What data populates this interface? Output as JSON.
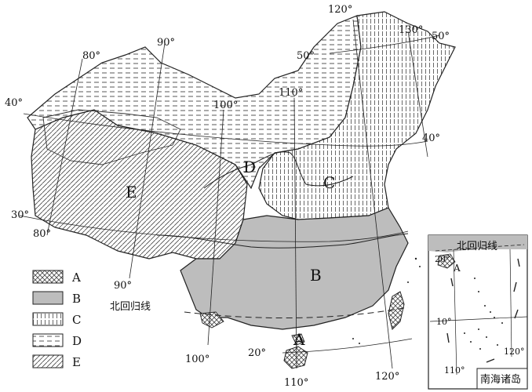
{
  "regions": {
    "A": "A",
    "B": "B",
    "C": "C",
    "D": "D",
    "E": "E"
  },
  "legend": [
    {
      "key": "A",
      "pattern": "crosshatch"
    },
    {
      "key": "B",
      "pattern": "gray-fill"
    },
    {
      "key": "C",
      "pattern": "vertical-lines"
    },
    {
      "key": "D",
      "pattern": "dashed-horizontal"
    },
    {
      "key": "E",
      "pattern": "diagonal-lines"
    }
  ],
  "graticule": {
    "lat_120_top": "120°",
    "lat_130": "130°",
    "lat_50_right": "50°",
    "lat_50_left": "50°",
    "lon_80_top": "80°",
    "lon_90_top": "90°",
    "lon_100_top": "100°",
    "lon_110_top": "110°",
    "lat_40_left": "40°",
    "lat_40_right": "40°",
    "lat_30_left": "30°",
    "lon_80_bottom": "80°",
    "lon_90_bottom": "90°",
    "lon_100_bottom": "100°",
    "lat_20": "20°",
    "lon_110_bottom": "110°",
    "lon_120_bottom": "120°"
  },
  "tropic_label": "北回归线",
  "inset": {
    "title": "南海诸岛",
    "tropic_label": "北回归线",
    "lat_20": "20°",
    "lat_10": "10°",
    "lon_110": "110°",
    "lon_120": "120°",
    "point_a": "A"
  },
  "colors": {
    "gray_region": "#bdbdbd",
    "outline": "#222222"
  }
}
